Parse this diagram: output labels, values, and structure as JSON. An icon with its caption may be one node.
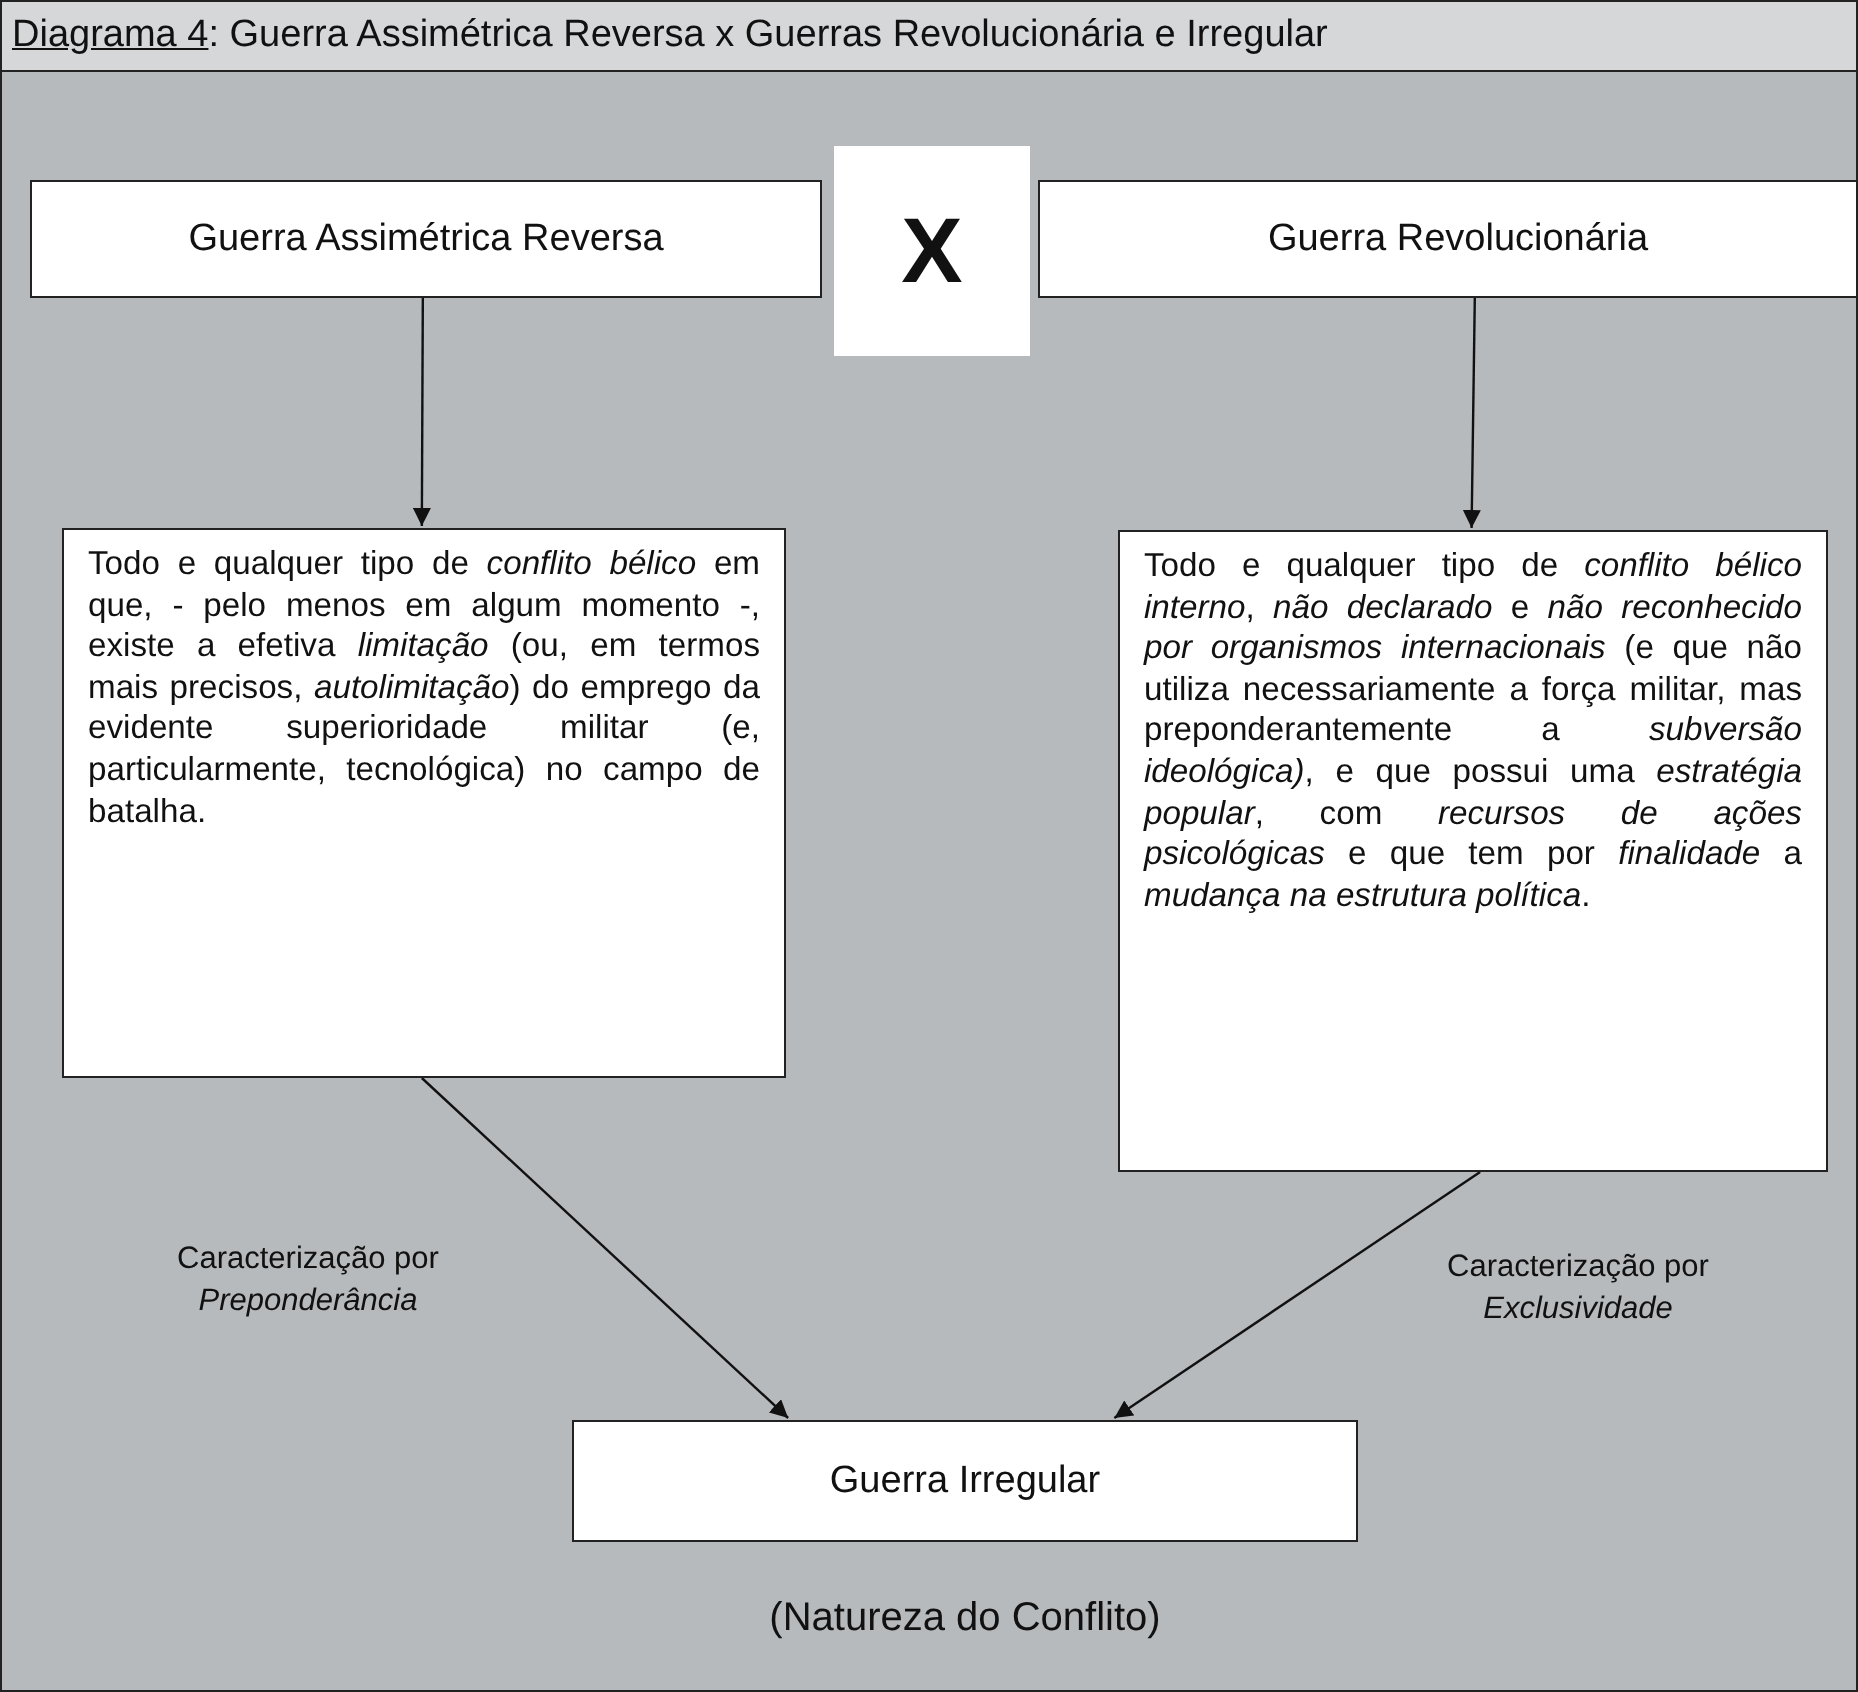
{
  "diagram": {
    "title": "Diagrama 4: Guerra Assimétrica Reversa x Guerras Revolucionária e Irregular",
    "nodes": [
      {
        "text": [
          "Guerra Assimétrica Reversa"
        ]
      },
      {
        "text": [
          "X"
        ]
      },
      {
        "text": [
          "Guerra Revolucionária"
        ]
      },
      {
        "text": [
          "Todo e qualquer tipo de *conflito bélico* em que, - pelo menos em algum momento -, existe a efetiva *limitação* (ou, em termos mais precisos, *autolimitação*) do emprego da evidente superioridade militar (e, particularmente, tecnológica) no campo de batalha."
        ]
      },
      {
        "text": [
          "Todo e qualquer tipo de *conflito bélico interno*, *não declarado* e *não reconhecido por organismos internacionais* (e que não utiliza necessariamente a força militar, mas preponderantemente a *subversão ideológica)*, e que possui uma *estratégia popular*, com *recursos de ações psicológicas* e que tem por *finalidade* a *mudança na estrutura política*."
        ]
      },
      {
        "text": [
          "Guerra Irregular"
        ],
        "beside": [
          "(Natureza do Conflito)"
        ]
      }
    ],
    "edges": [
      {
        "from": 0,
        "to": 3,
        "arrow": "to"
      },
      {
        "from": 2,
        "to": 4,
        "arrow": "to"
      },
      {
        "from": 3,
        "to": 5,
        "arrow": "to",
        "label": "Caracterização por *Preponderância*"
      },
      {
        "from": 4,
        "to": 5,
        "arrow": "to",
        "label": "Caracterização por *Exclusividade*"
      }
    ]
  }
}
